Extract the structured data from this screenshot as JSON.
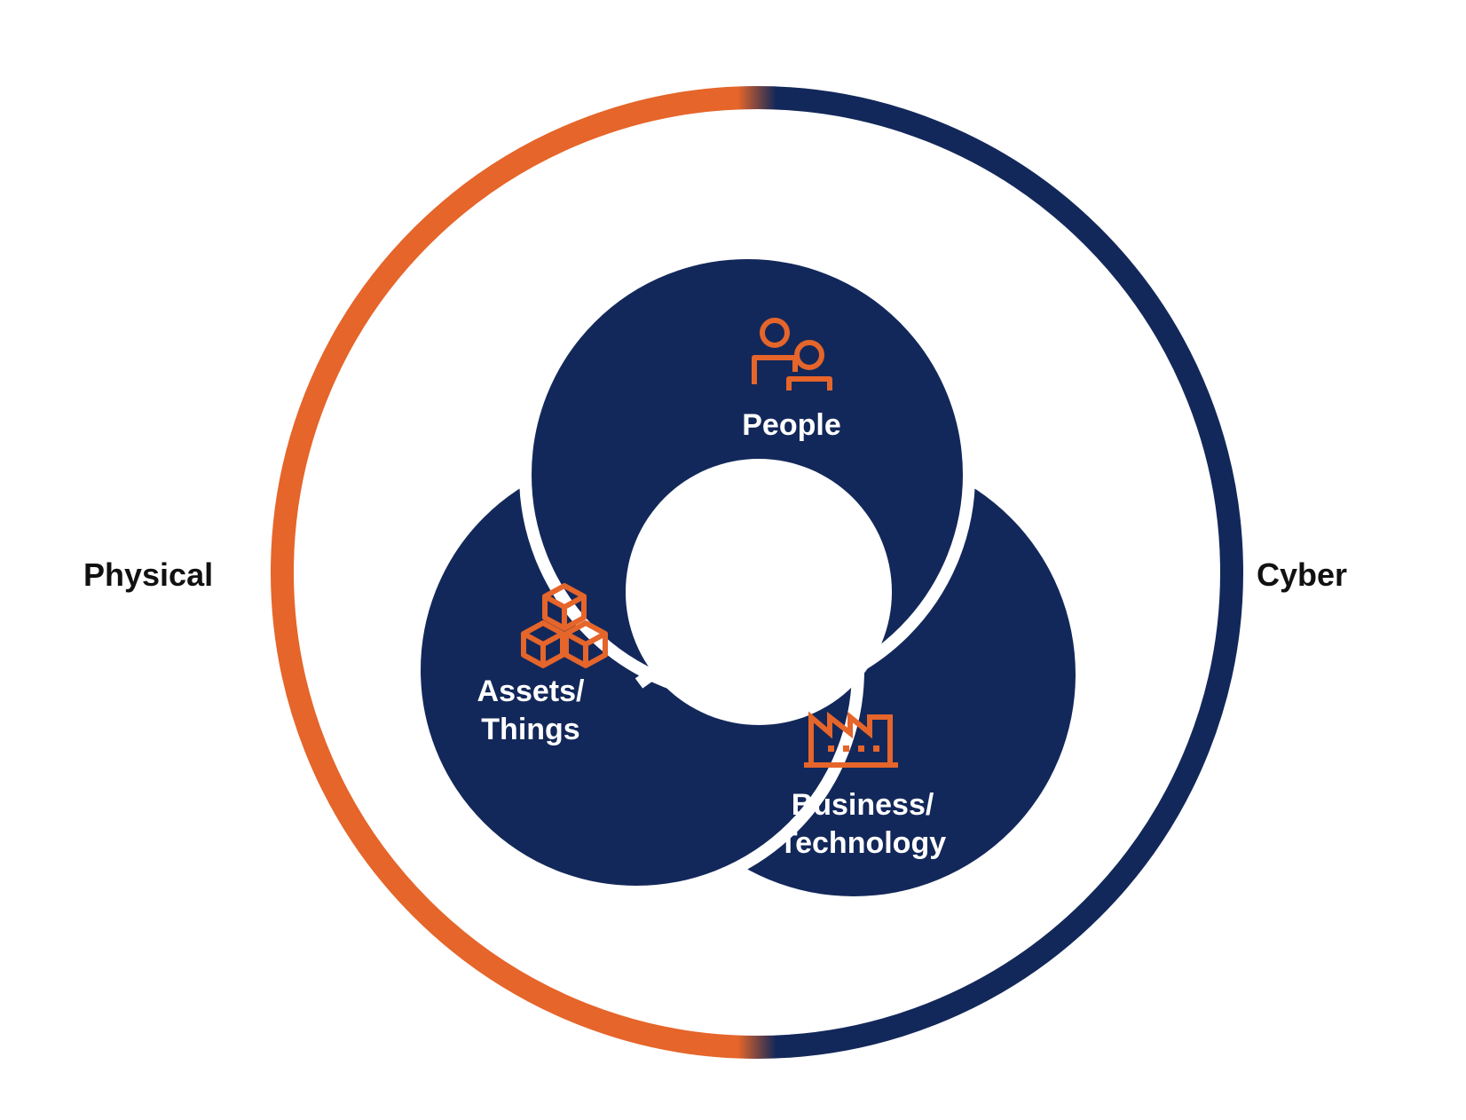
{
  "diagram": {
    "left_label": "Physical",
    "right_label": "Cyber",
    "colors": {
      "physical_orange": "#E5652A",
      "cyber_navy": "#13285A",
      "icon_orange": "#E5652A",
      "text_white": "#FFFFFF"
    },
    "segments": [
      {
        "id": "people",
        "label_lines": [
          "People"
        ],
        "icon": "people-icon"
      },
      {
        "id": "assets",
        "label_lines": [
          "Assets/",
          "Things"
        ],
        "icon": "cubes-icon"
      },
      {
        "id": "business",
        "label_lines": [
          "Business/",
          "Technology"
        ],
        "icon": "factory-icon"
      }
    ]
  }
}
